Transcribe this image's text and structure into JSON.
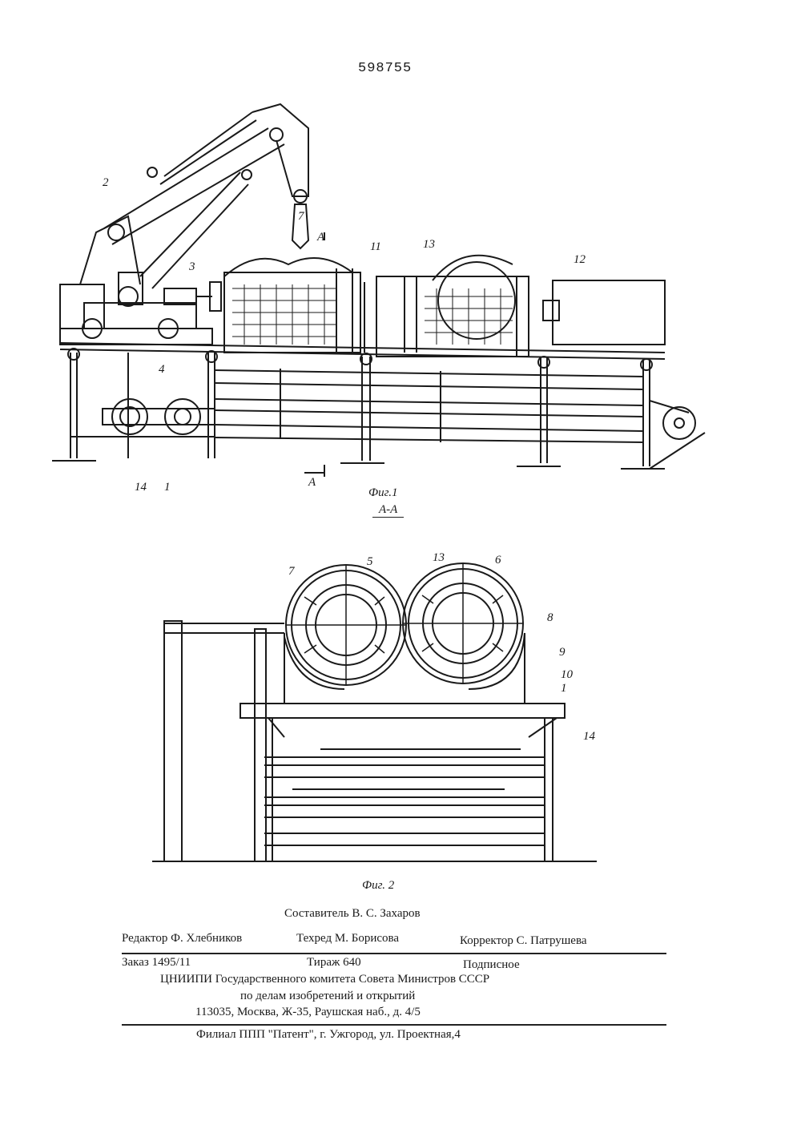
{
  "patent_number": "598755",
  "figure1": {
    "caption": "Фиг.1",
    "labels": {
      "l2": "2",
      "l3": "3",
      "l4": "4",
      "l7": "7",
      "l11": "11",
      "l13": "13",
      "l12": "12",
      "l14": "14",
      "l1": "1",
      "sectionTop": "A",
      "sectionBottom": "A"
    }
  },
  "section_label": "A-A",
  "figure2": {
    "caption": "Фиг. 2",
    "labels": {
      "l7": "7",
      "l5": "5",
      "l13": "13",
      "l6": "6",
      "l8": "8",
      "l9": "9",
      "l10": "10",
      "l1": "1",
      "l14": "14"
    }
  },
  "footer": {
    "compiler": "Составитель В. С. Захаров",
    "editor": "Редактор Ф. Хлебников",
    "techred": "Техред М. Борисова",
    "corrector": "Корректор С. Патрушева",
    "order": "Заказ 1495/11",
    "circulation": "Тираж 640",
    "subscription": "Подписное",
    "org_line1": "ЦНИИПИ Государственного комитета Совета Министров СССР",
    "org_line2": "по делам изобретений и открытий",
    "address": "113035, Москва, Ж-35, Раушская наб., д. 4/5",
    "branch": "Филиал ППП \"Патент\", г. Ужгород, ул. Проектная,4"
  }
}
